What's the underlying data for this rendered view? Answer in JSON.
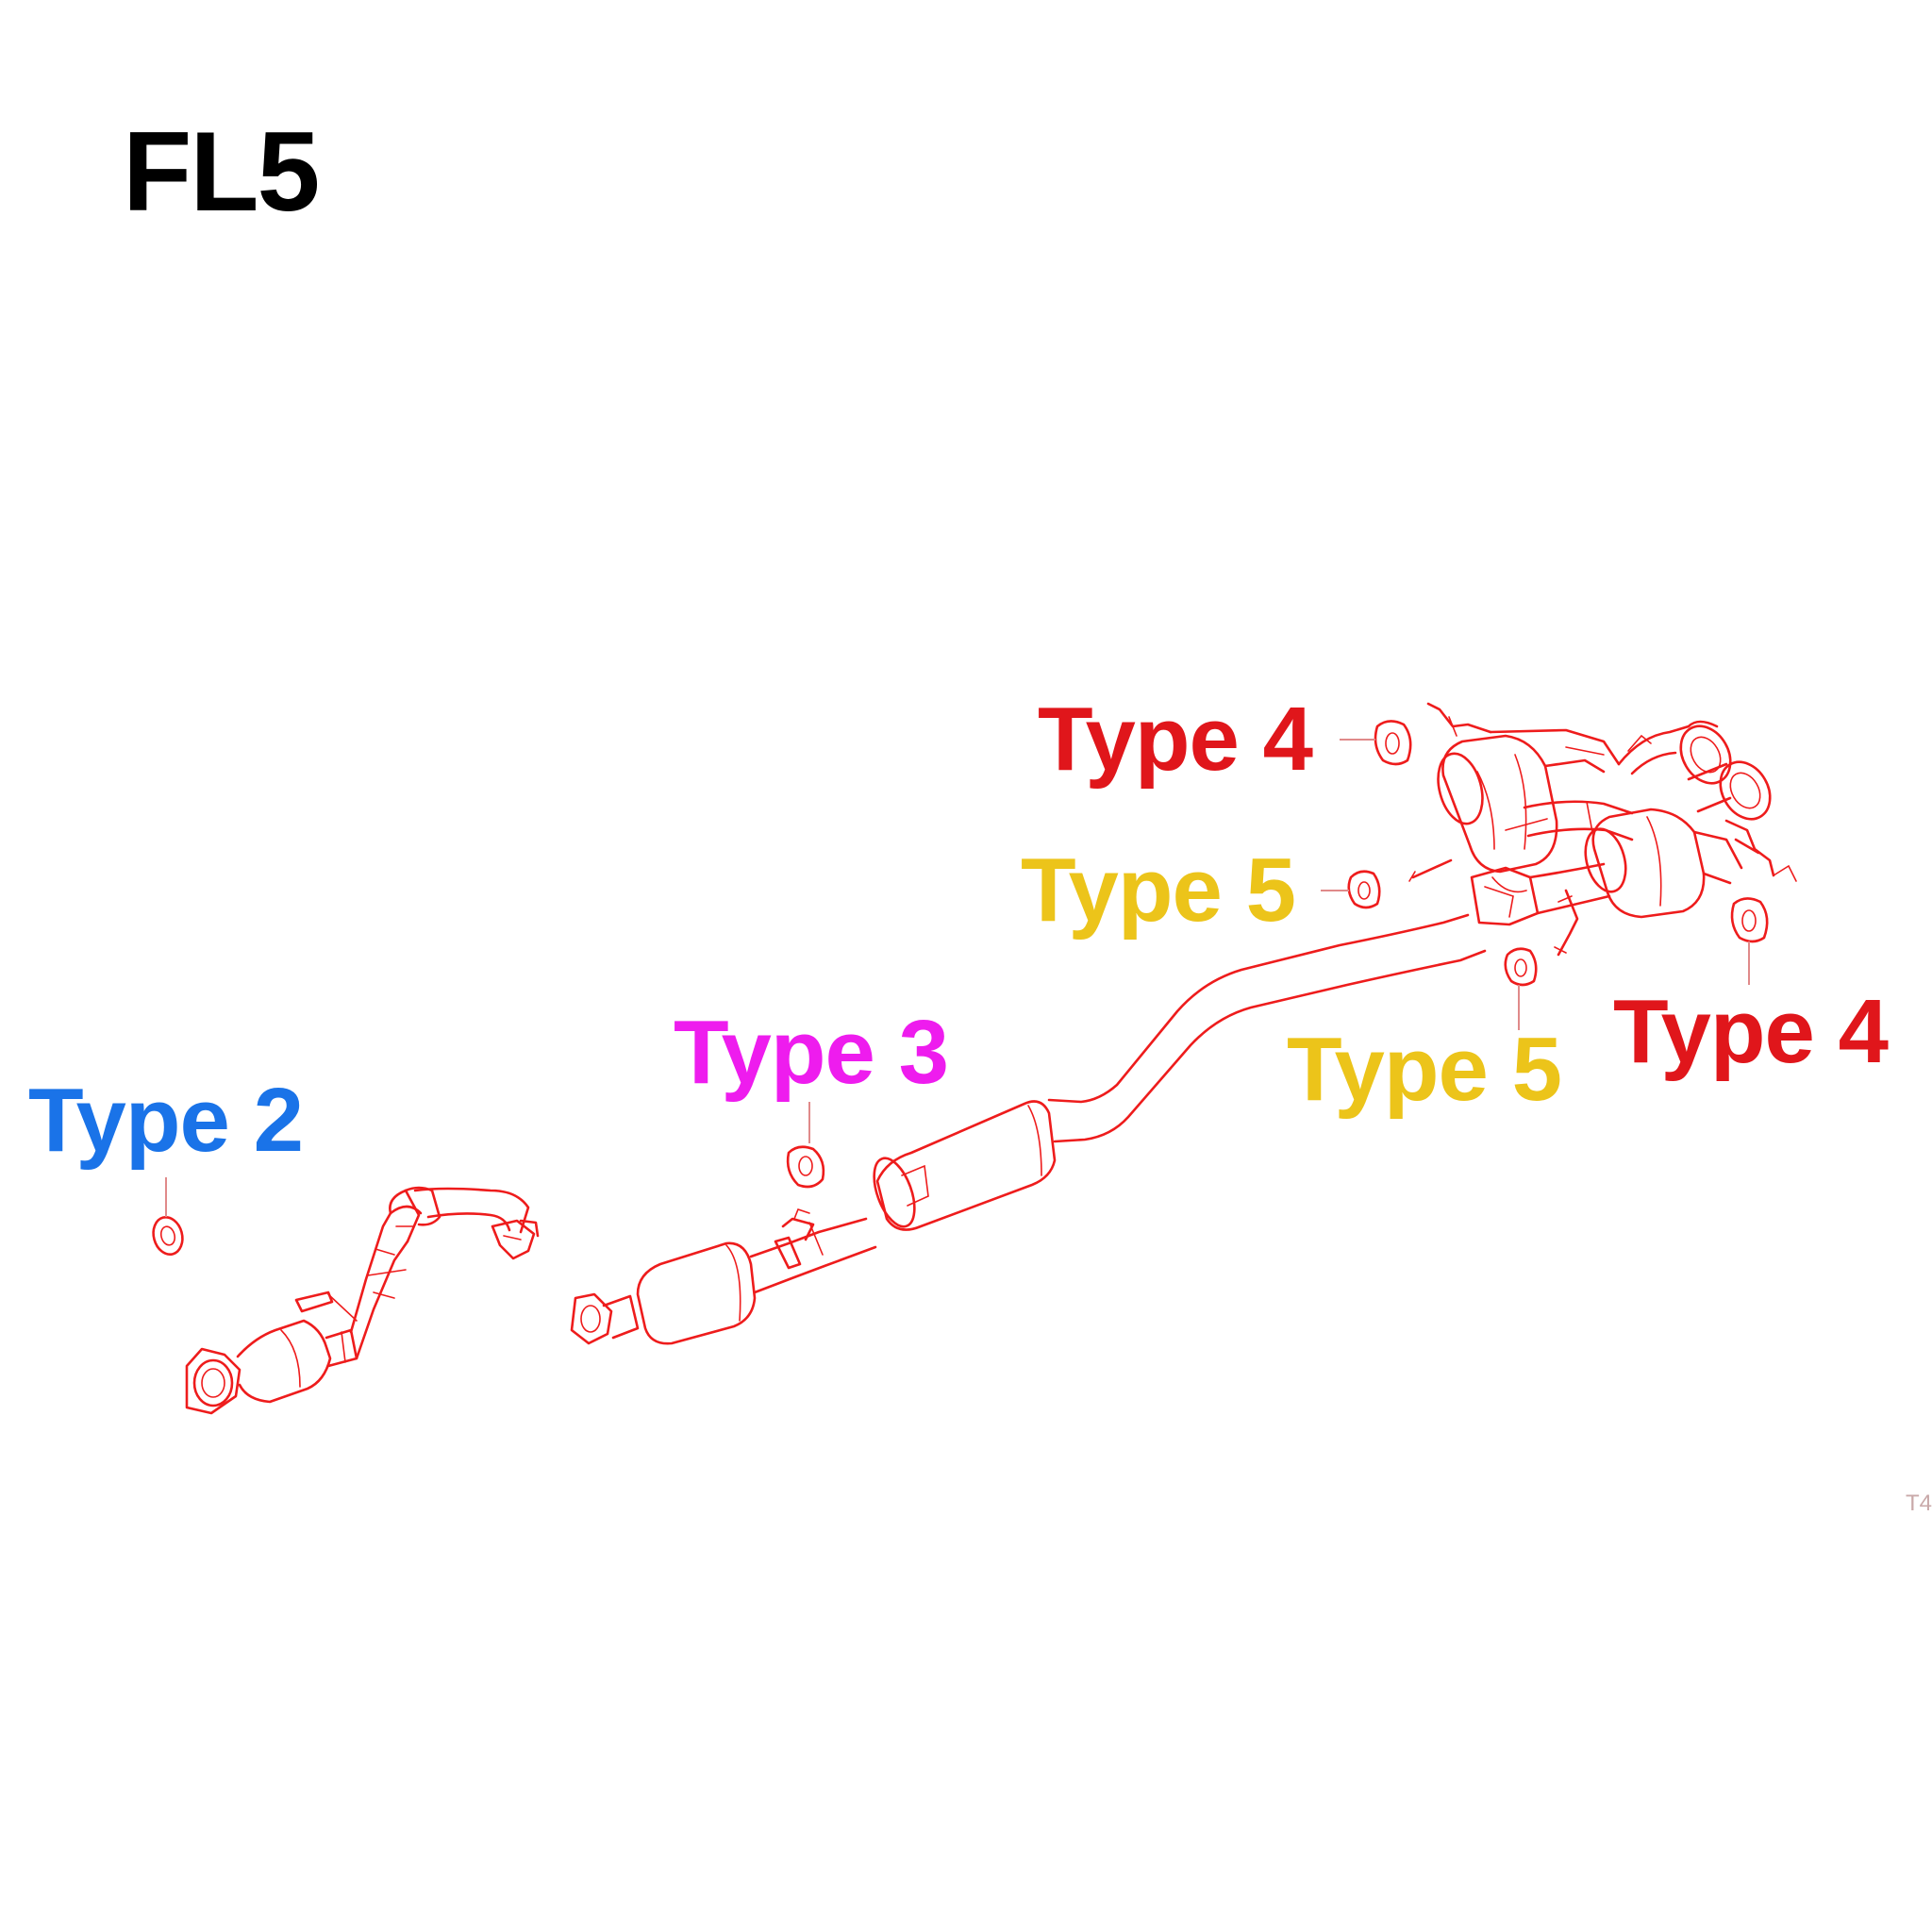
{
  "title": "FL5",
  "callouts": [
    {
      "id": "type-2",
      "label": "Type 2",
      "color": "#1a73e8"
    },
    {
      "id": "type-3",
      "label": "Type 3",
      "color": "#ee1cee"
    },
    {
      "id": "type-4-top",
      "label": "Type 4",
      "color": "#e0161b"
    },
    {
      "id": "type-5-left",
      "label": "Type 5",
      "color": "#ecc41a"
    },
    {
      "id": "type-5-right",
      "label": "Type 5",
      "color": "#ecc41a"
    },
    {
      "id": "type-4-right",
      "label": "Type 4",
      "color": "#e0161b"
    }
  ],
  "corner_code": "T4",
  "colors": {
    "title": "#000000",
    "diagram": "#ee1c1c"
  }
}
